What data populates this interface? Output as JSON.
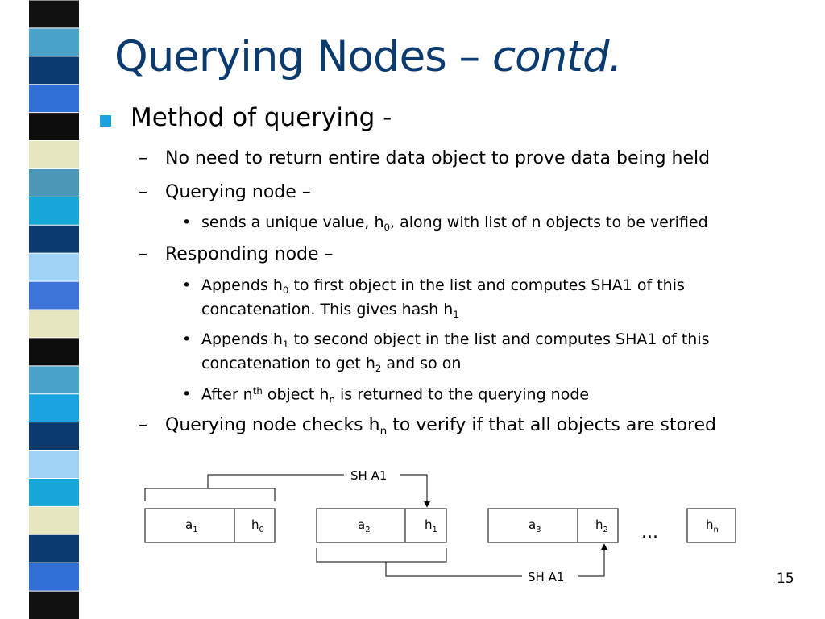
{
  "title": {
    "main": "Querying Nodes – ",
    "italic": "contd."
  },
  "bullet1": "Method of querying -",
  "items": {
    "d1": "No need to return entire data object to prove data being held",
    "d2": "Querying node –",
    "d2_b1_pre": "sends a unique value, h",
    "d2_b1_sub": "0",
    "d2_b1_post": ", along with list of n objects to be verified",
    "d3": "Responding node –",
    "d3_b1_a": "Appends h",
    "d3_b1_a_sub": "0",
    "d3_b1_b": " to first object in the list and computes SHA1 of this",
    "d3_b1_c": "concatenation. This gives hash h",
    "d3_b1_c_sub": "1",
    "d3_b2_a": "Appends h",
    "d3_b2_a_sub": "1",
    "d3_b2_b": " to second object in the list and computes SHA1 of this",
    "d3_b2_c": "concatenation to get h",
    "d3_b2_c_sub": "2",
    "d3_b2_d": " and so on",
    "d3_b3_a": "After n",
    "d3_b3_sup": "th",
    "d3_b3_b": " object h",
    "d3_b3_sub": "n",
    "d3_b3_c": " is returned to the querying node",
    "d4_a": "Querying node checks h",
    "d4_sub": "n",
    "d4_b": " to verify if that all objects are stored"
  },
  "diagram": {
    "sha_top": "SH A1",
    "sha_bottom": "SH A1",
    "ellipsis": "...",
    "cells": [
      {
        "a": "a",
        "a_sub": "1",
        "h": "h",
        "h_sub": "0"
      },
      {
        "a": "a",
        "a_sub": "2",
        "h": "h",
        "h_sub": "1"
      },
      {
        "a": "a",
        "a_sub": "3",
        "h": "h",
        "h_sub": "2"
      }
    ],
    "last": {
      "h": "h",
      "h_sub": "n"
    }
  },
  "page_number": "15",
  "colors": {
    "title": "#0b3a6e",
    "bullet": "#1aa3e0",
    "stripes": [
      "#111111",
      "#4aa3c8",
      "#0b3a6e",
      "#2f6fd6",
      "#0d0d0d",
      "#e6e6c0",
      "#4a97b8",
      "#19a6d8",
      "#0b3a6e",
      "#9fd3f5",
      "#3d74d8",
      "#e6e6c0",
      "#0d0d0d",
      "#4aa3c8",
      "#1aa3e0",
      "#0b3a6e",
      "#9fd3f5",
      "#19a6d8",
      "#e6e6c0",
      "#0b3a6e",
      "#2f6fd6",
      "#111111"
    ]
  }
}
